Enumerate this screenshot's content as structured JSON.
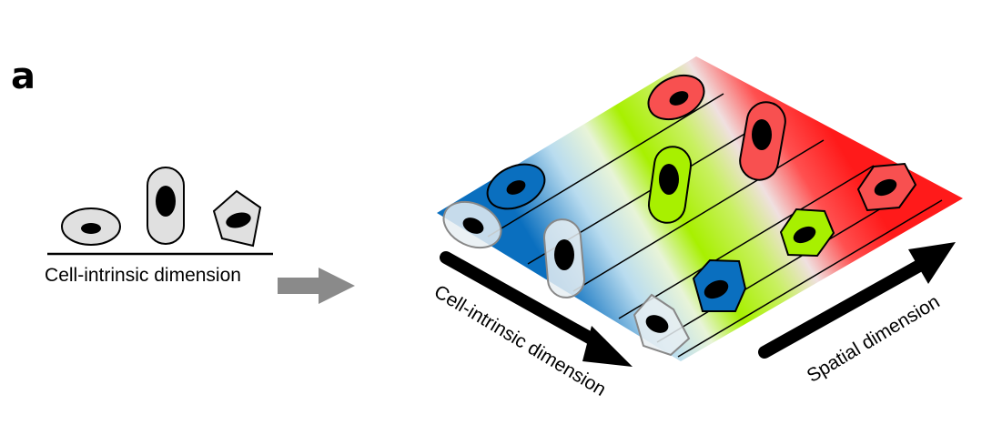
{
  "panel_label": "a",
  "left_axis_label": "Cell-intrinsic dimension",
  "plane_axis_cell_label": "Cell-intrinsic dimension",
  "plane_axis_spatial_label": "Spatial dimension",
  "colors": {
    "blue": "#0a6fbf",
    "light_blue": "#b9dcef",
    "green": "#a8f000",
    "red": "#ff2020",
    "cell_red": "#f85050",
    "cell_gray": "#e0e0e0"
  }
}
